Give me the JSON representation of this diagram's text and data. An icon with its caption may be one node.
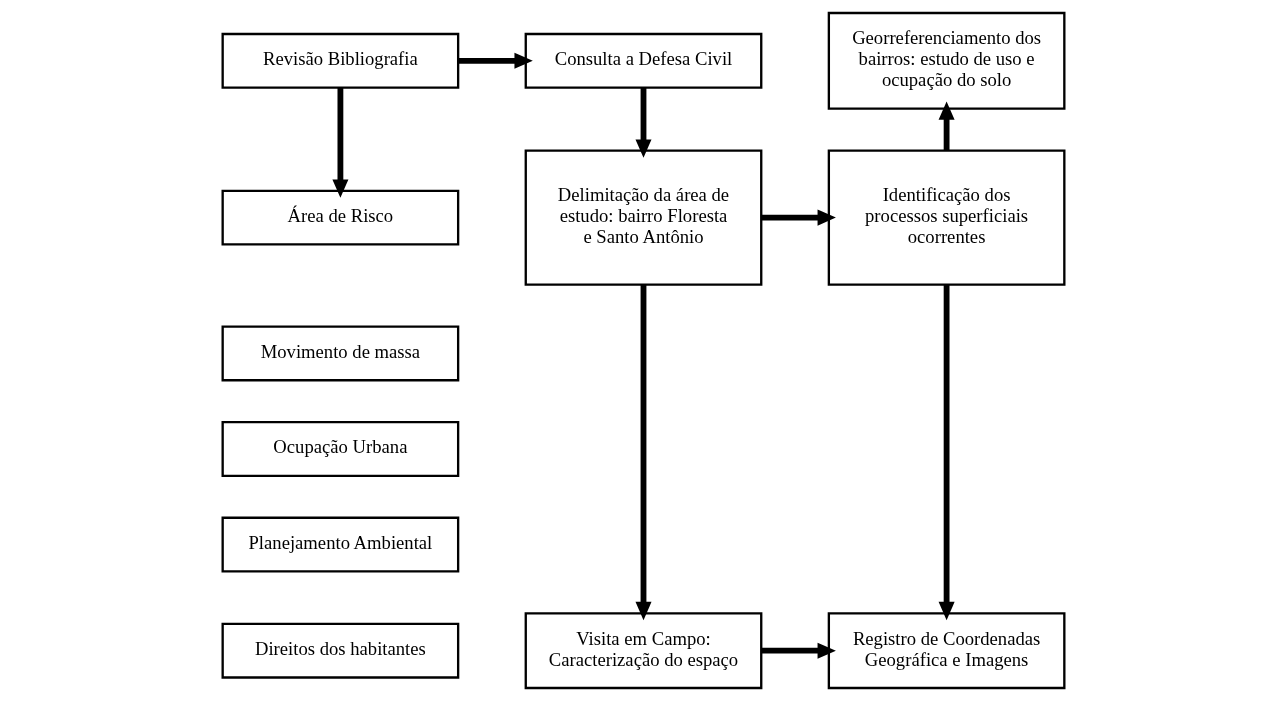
{
  "diagram": {
    "nodes": [
      {
        "text": [
          "Revisão Bibliografia"
        ]
      },
      {
        "text": [
          "Consulta a Defesa Civil"
        ]
      },
      {
        "text": [
          "Georreferenciamento dos bairros: estudo de uso e ocupação do solo"
        ]
      },
      {
        "text": [
          "Área de Risco"
        ]
      },
      {
        "text": [
          "Movimento de massa"
        ]
      },
      {
        "text": [
          "Ocupação Urbana"
        ]
      },
      {
        "text": [
          "Planejamento Ambiental"
        ]
      },
      {
        "text": [
          "Direitos dos habitantes"
        ]
      },
      {
        "text": [
          "Delimitação da área de estudo: bairro Floresta e Santo Antônio"
        ]
      },
      {
        "text": [
          "Identificação dos processos superficiais ocorrentes"
        ]
      },
      {
        "text": [
          "Visita em Campo: Caracterização do espaço"
        ]
      },
      {
        "text": [
          "Registro de Coordenadas Geográfica e Imagens"
        ]
      }
    ],
    "edges": [
      {
        "from": 0,
        "to": 1,
        "arrow": "to"
      },
      {
        "from": 0,
        "to": 3,
        "arrow": "to"
      },
      {
        "from": 1,
        "to": 8,
        "arrow": "to"
      },
      {
        "from": 8,
        "to": 9,
        "arrow": "to"
      },
      {
        "from": 9,
        "to": 2,
        "arrow": "to"
      },
      {
        "from": 8,
        "to": 10,
        "arrow": "to"
      },
      {
        "from": 10,
        "to": 11,
        "arrow": "to"
      },
      {
        "from": 9,
        "to": 11,
        "arrow": "to"
      }
    ]
  }
}
